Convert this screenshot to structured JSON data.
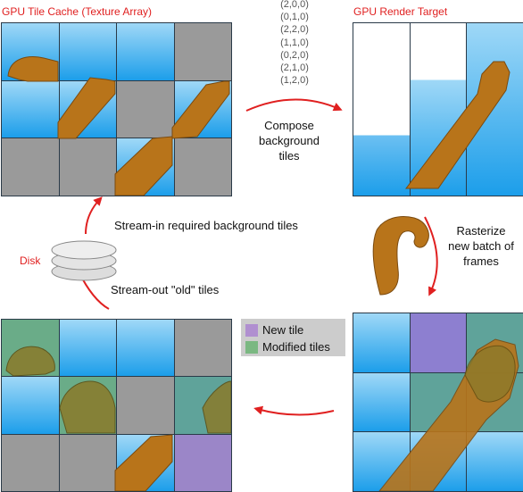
{
  "titles": {
    "cache": "GPU Tile Cache (Texture Array)",
    "render_target": "GPU Render Target"
  },
  "coordinates": [
    "(2,0,0)",
    "(0,1,0)",
    "(2,2,0)",
    "(1,1,0)",
    "(0,2,0)",
    "(2,1,0)",
    "(1,2,0)"
  ],
  "labels": {
    "compose": [
      "Compose",
      "background",
      "tiles"
    ],
    "rasterize": [
      "Rasterize",
      "new batch of",
      "frames"
    ],
    "stream_in": "Stream-in required background tiles",
    "stream_out": "Stream-out \"old\" tiles",
    "disk": "Disk"
  },
  "legend": {
    "new_tile": "New tile",
    "modified_tiles": "Modified tiles"
  },
  "colors": {
    "accent_red": "#e02020",
    "tile_blue": "#1c9eea",
    "tile_grey": "#9a9a9a",
    "new_tile": "#b08fd0",
    "modified_tile": "#7bb882",
    "organism": "#b8741a"
  }
}
